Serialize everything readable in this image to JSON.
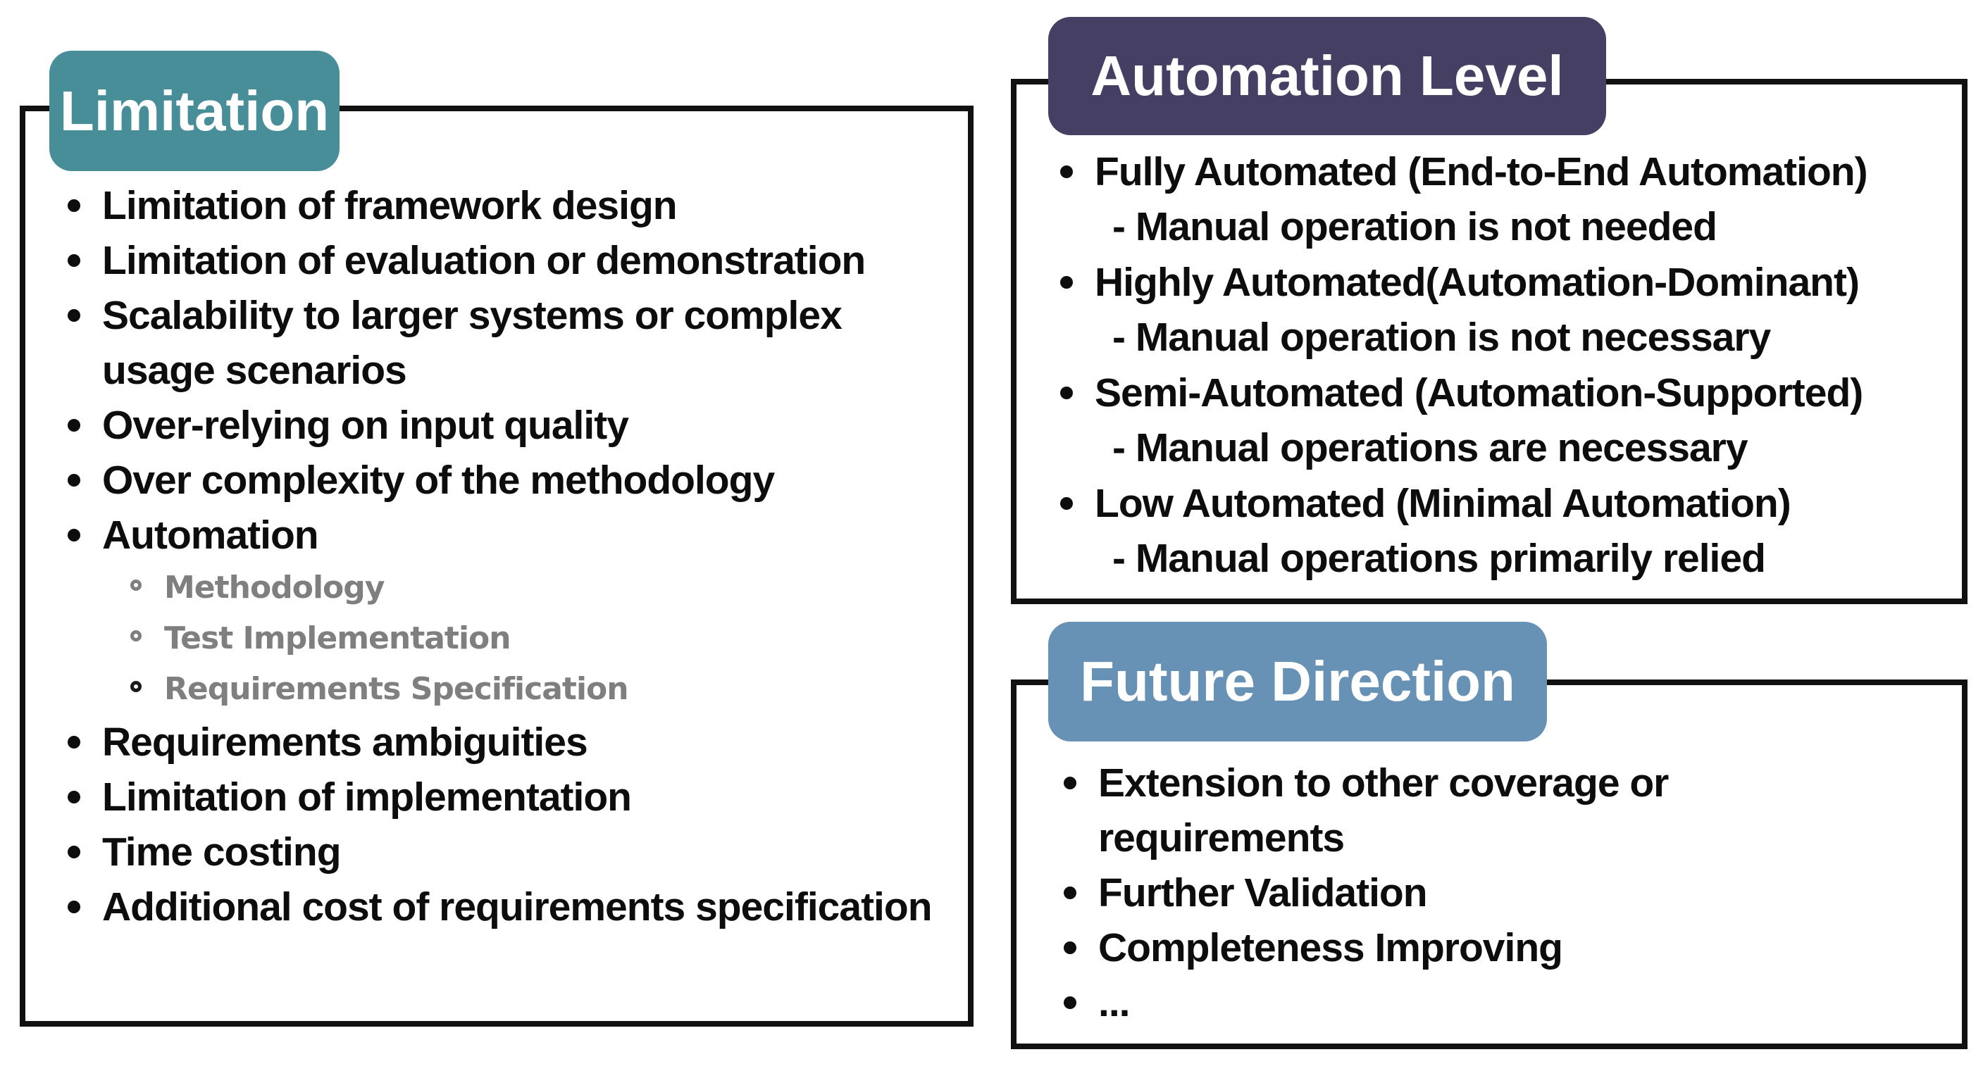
{
  "colors": {
    "limitation_header_bg": "#488e99",
    "automation_header_bg": "#453f63",
    "future_header_bg": "#6892b5",
    "subitem_gray": "#7f7f7f",
    "text": "#0d0d0d",
    "border": "#111111"
  },
  "limitation": {
    "title": "Limitation",
    "items": [
      {
        "level": 1,
        "text": "Limitation of framework design"
      },
      {
        "level": 1,
        "text": "Limitation of evaluation or demonstration"
      },
      {
        "level": 1,
        "text": "Scalability to larger systems or complex usage scenarios"
      },
      {
        "level": 1,
        "text": "Over-relying on input quality"
      },
      {
        "level": 1,
        "text": "Over complexity of the methodology"
      },
      {
        "level": 1,
        "text": "Automation"
      },
      {
        "level": 2,
        "text": "Methodology"
      },
      {
        "level": 2,
        "text": "Test Implementation"
      },
      {
        "level": 2,
        "text": "Requirements Specification"
      },
      {
        "level": 1,
        "text": "Requirements ambiguities"
      },
      {
        "level": 1,
        "text": "Limitation of implementation"
      },
      {
        "level": 1,
        "text": "Time costing"
      },
      {
        "level": 1,
        "text": "Additional cost of requirements specification"
      }
    ]
  },
  "automation_level": {
    "title": "Automation Level",
    "entries": [
      {
        "label": "Fully Automated (End-to-End Automation)",
        "note": "- Manual operation is not needed"
      },
      {
        "label": "Highly Automated(Automation-Dominant)",
        "note": "- Manual operation is not necessary"
      },
      {
        "label": "Semi-Automated (Automation-Supported)",
        "note": "- Manual operations are necessary"
      },
      {
        "label": "Low Automated (Minimal Automation)",
        "note": "- Manual operations primarily relied"
      }
    ]
  },
  "future_direction": {
    "title": "Future Direction",
    "items": [
      "Extension to other coverage or requirements",
      "Further Validation",
      "Completeness Improving",
      "..."
    ]
  }
}
